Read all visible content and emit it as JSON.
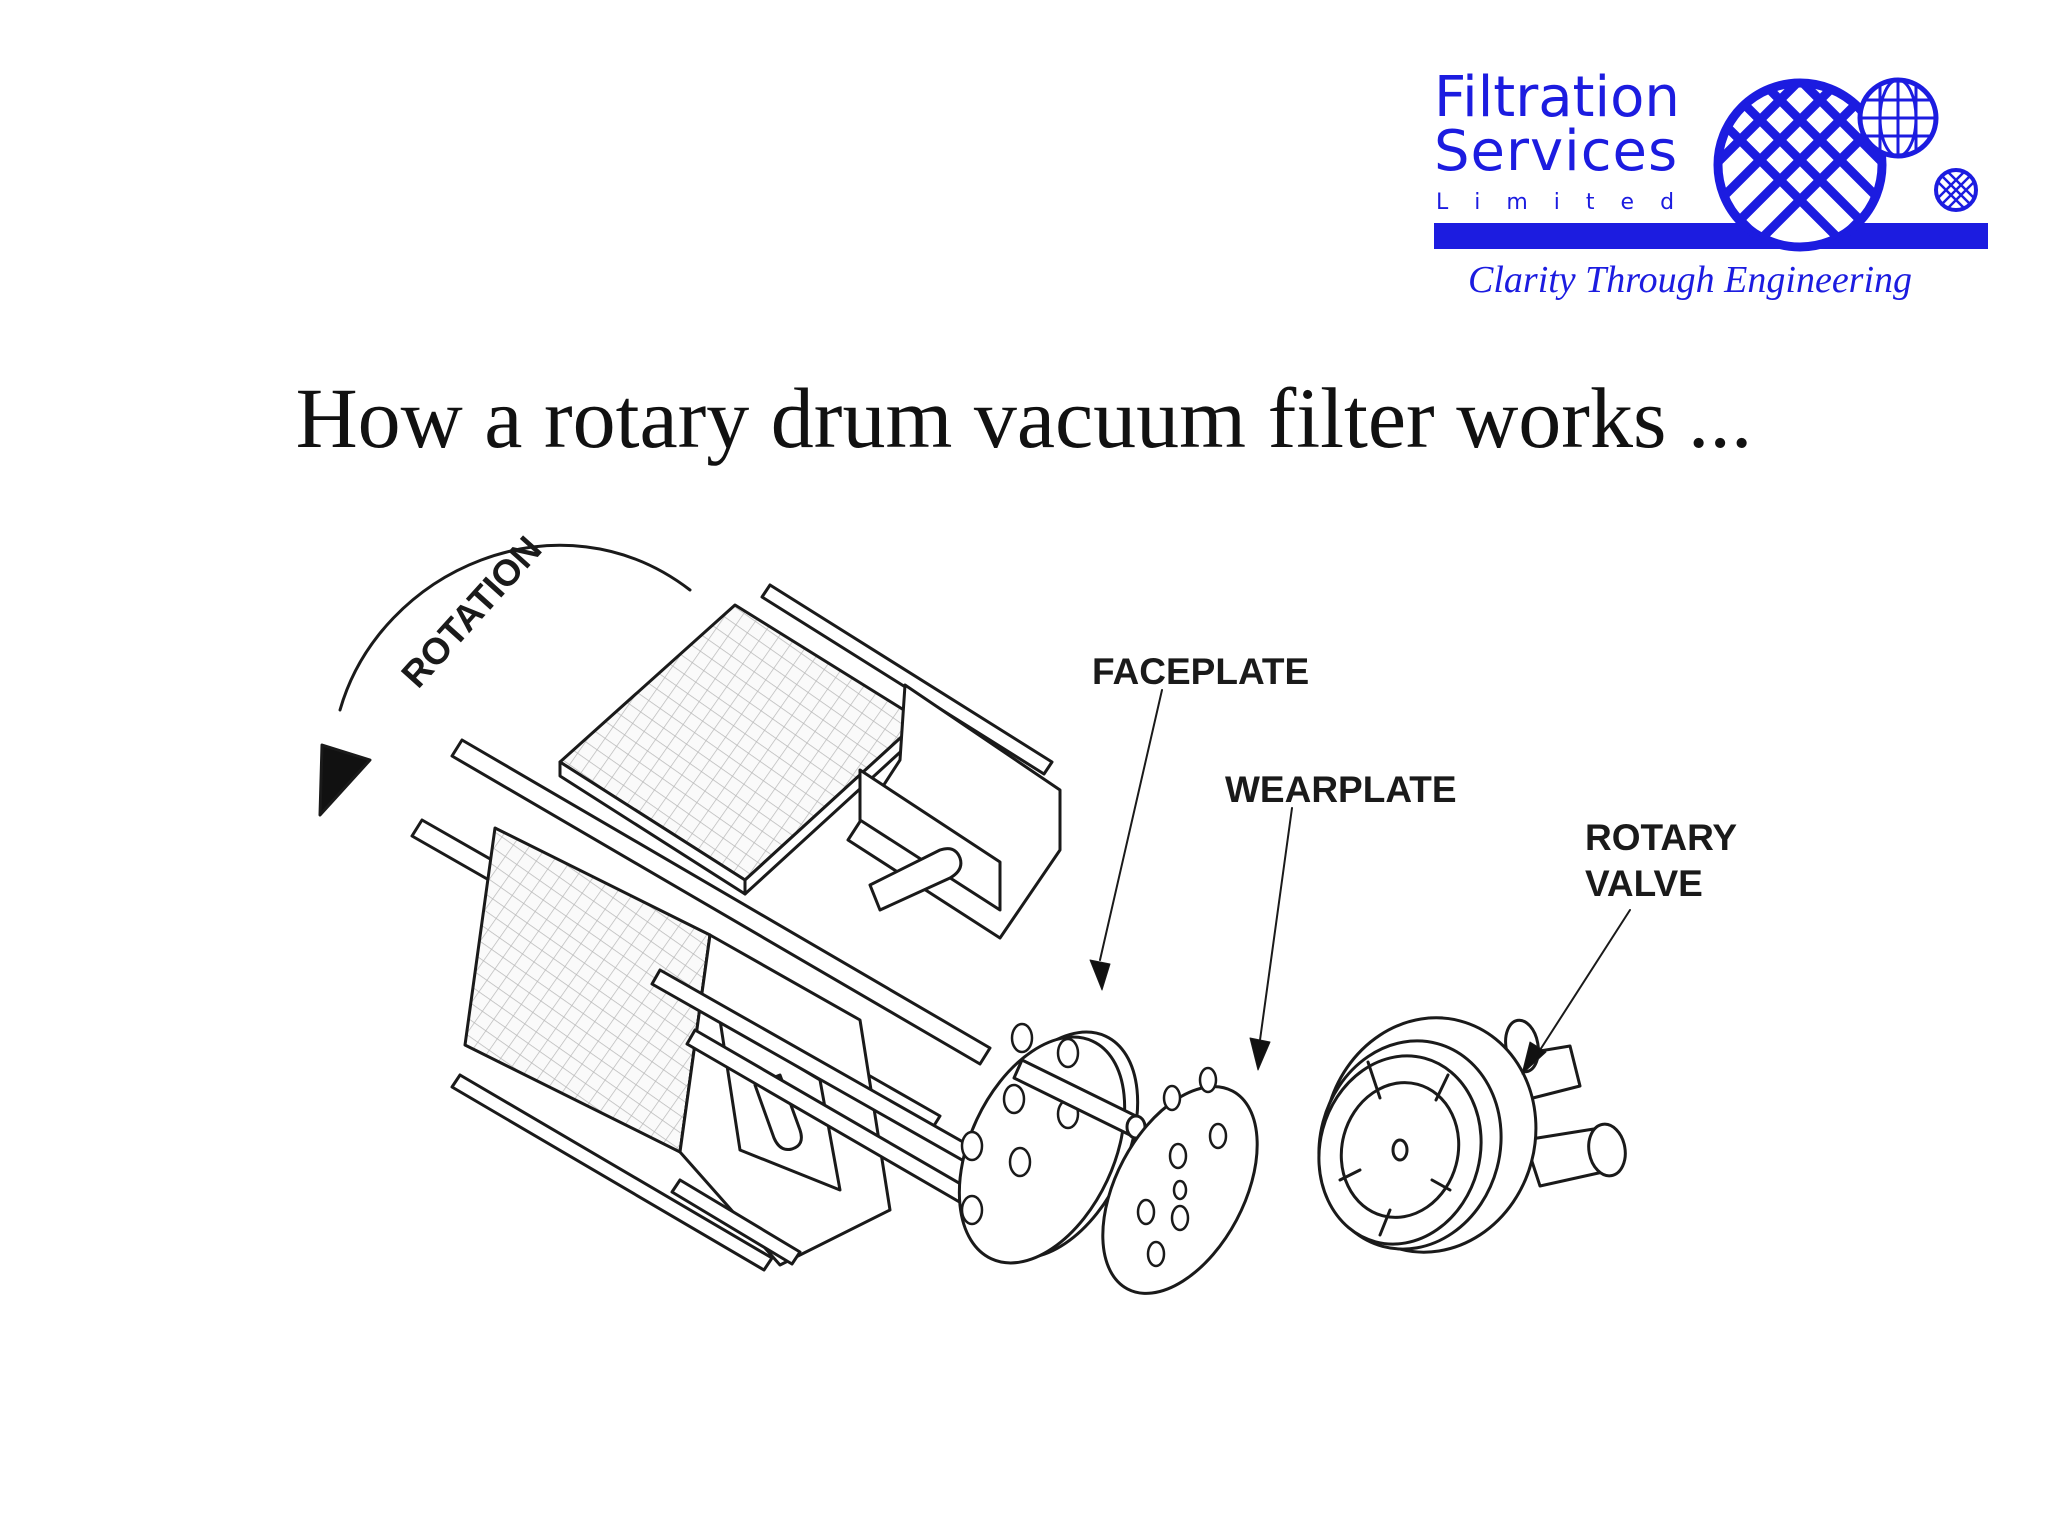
{
  "logo": {
    "line1": "Filtration",
    "line2": "Services",
    "line3": "Limited",
    "tagline": "Clarity Through Engineering",
    "brand_color": "#1c1ce0"
  },
  "title": "How a rotary drum vacuum filter works ...",
  "diagram": {
    "labels": {
      "rotation": "ROTATION",
      "faceplate": "FACEPLATE",
      "wearplate": "WEARPLATE",
      "rotary_valve_line1": "ROTARY",
      "rotary_valve_line2": "VALVE"
    }
  }
}
